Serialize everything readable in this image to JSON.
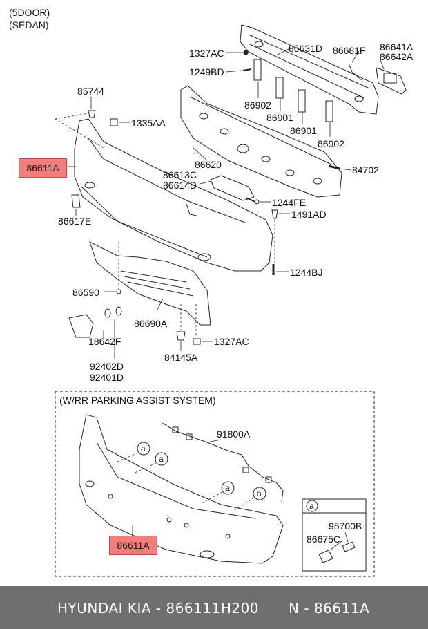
{
  "header": {
    "line1": "(5DOOR)",
    "line2": "(SEDAN)"
  },
  "parts": {
    "p1327AC_top": "1327AC",
    "p1249BD": "1249BD",
    "p86631D": "86631D",
    "p86681F": "86681F",
    "p86641A": "86641A",
    "p86642A": "86642A",
    "p85744": "85744",
    "p1335AA": "1335AA",
    "p86902_a": "86902",
    "p86901_a": "86901",
    "p86901_b": "86901",
    "p86902_b": "86902",
    "p86611A": "86611A",
    "p86620": "86620",
    "p84702": "84702",
    "p86613C": "86613C",
    "p86614D": "86614D",
    "p1244FE": "1244FE",
    "p86617E": "86617E",
    "p1491AD": "1491AD",
    "p1244BJ": "1244BJ",
    "p86590": "86590",
    "p86690A": "86690A",
    "p18642F": "18642F",
    "p1327AC_bottom": "1327AC",
    "p84145A": "84145A",
    "p92402D": "92402D",
    "p92401D": "92401D"
  },
  "inset": {
    "title": "(W/RR PARKING ASSIST SYSTEM)",
    "p91800A": "91800A",
    "p86611A": "86611A",
    "ref_a": "a",
    "legend_ref": "a",
    "p95700B": "95700B",
    "p86675C": "86675C"
  },
  "footer": {
    "brand": "HYUNDAI  KIA - 866111H200",
    "ref": "N - 86611A"
  },
  "colors": {
    "highlight": "#f27d7d",
    "footer_bg": "#6e6e6e",
    "line": "#222222"
  }
}
